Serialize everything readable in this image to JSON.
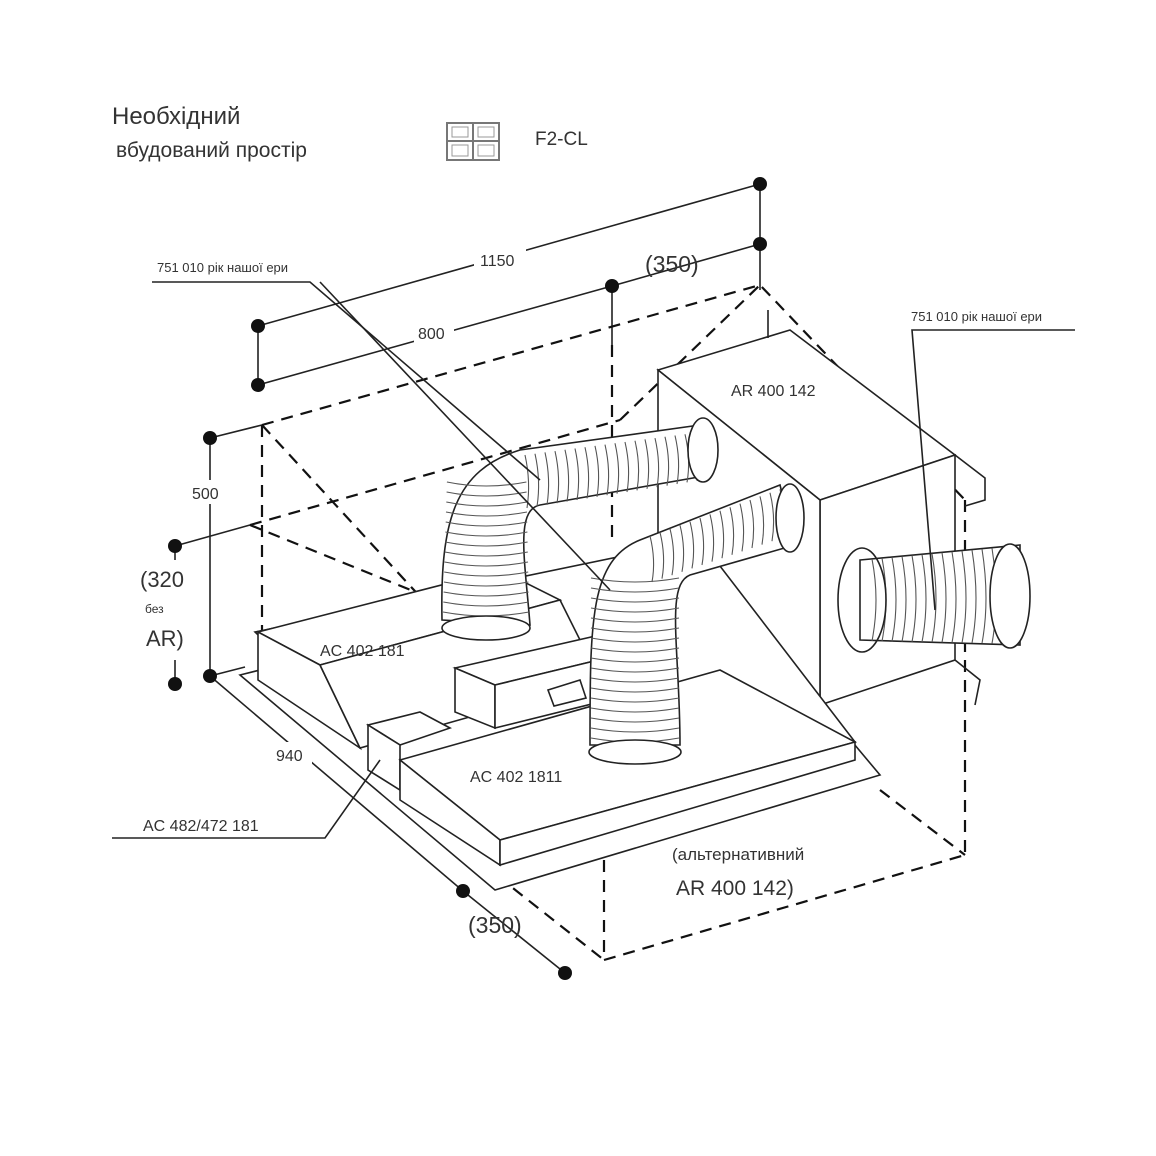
{
  "header": {
    "title_line1": "Необхідний",
    "title_line2": "вбудований простір",
    "model": "F2-CL",
    "model_icon": "four-burner-hob-icon"
  },
  "dimensions": {
    "width_total": "1150",
    "width_inner": "800",
    "depth_right": "(350)",
    "height_total": "500",
    "height_no_ar_line1": "(320",
    "height_no_ar_line2": "без",
    "height_no_ar_line3": "AR)",
    "depth_left": "940",
    "depth_front": "(350)"
  },
  "parts": {
    "duct_label_left": "751 010 рік нашої ери",
    "duct_label_right": "751 010 рік нашої ери",
    "ar_box": "AR 400 142",
    "ac_left": "AC 402 181",
    "ac_right": "AC 402 1811",
    "ac_middle": "AC 482/472 181",
    "alternative_line1": "(альтернативний",
    "alternative_line2": "AR 400 142)"
  }
}
